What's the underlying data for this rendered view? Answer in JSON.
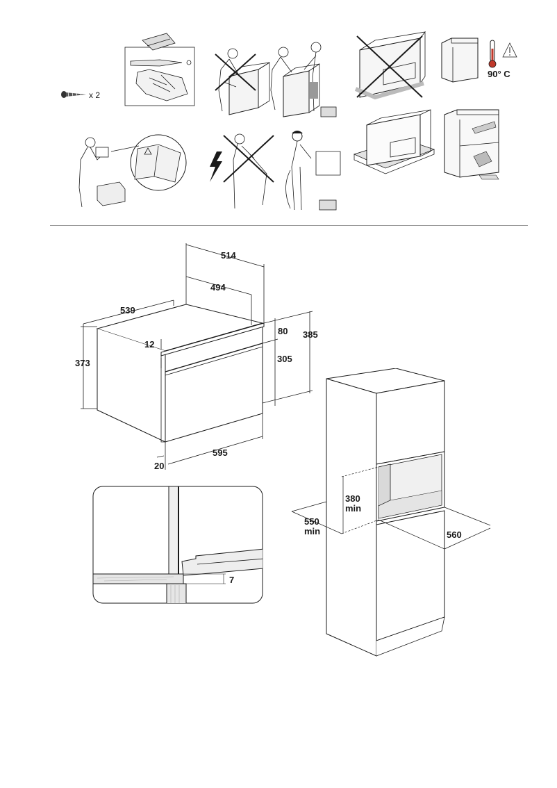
{
  "top": {
    "screw_qty": "x 2",
    "temperature": "90° C"
  },
  "oven_dims": {
    "d514": "514",
    "d494": "494",
    "d539": "539",
    "d80": "80",
    "d385": "385",
    "d12": "12",
    "d305": "305",
    "d373": "373",
    "d20": "20",
    "d595": "595"
  },
  "detail": {
    "gap": "7"
  },
  "cabinet": {
    "niche_h": "380",
    "niche_h_unit": "min",
    "depth": "550",
    "depth_unit": "min",
    "width": "560"
  }
}
